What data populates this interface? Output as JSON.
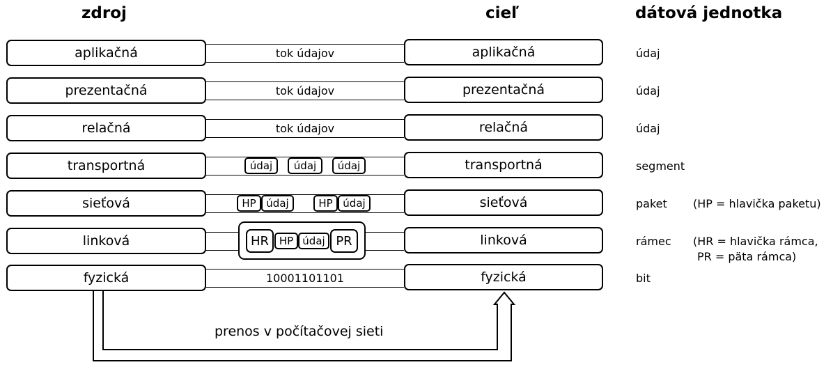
{
  "headers": {
    "source": "zdroj",
    "destination": "cieľ",
    "data_unit": "dátová jednotka"
  },
  "source_layers": [
    "aplikačná",
    "prezentačná",
    "relačná",
    "transportná",
    "sieťová",
    "linková",
    "fyzická"
  ],
  "dest_layers": [
    "aplikačná",
    "prezentačná",
    "relačná",
    "transportná",
    "sieťová",
    "linková",
    "fyzická"
  ],
  "links": {
    "application": "tok údajov",
    "presentation": "tok údajov",
    "session": "tok údajov",
    "physical": "10001101101"
  },
  "segments": [
    "údaj",
    "údaj",
    "údaj"
  ],
  "packets": {
    "hp": "HP",
    "data": "údaj"
  },
  "frame": {
    "hr": "HR",
    "hp": "HP",
    "data": "údaj",
    "pr": "PR"
  },
  "units": [
    "údaj",
    "údaj",
    "údaj",
    "segment",
    "paket",
    "rámec",
    "bit"
  ],
  "notes": {
    "packet": "(HP = hlavička paketu)",
    "frame_line1": "(HR = hlavička rámca,",
    "frame_line2": "PR = päta rámca)"
  },
  "transfer_label": "prenos v počítačovej sieti"
}
